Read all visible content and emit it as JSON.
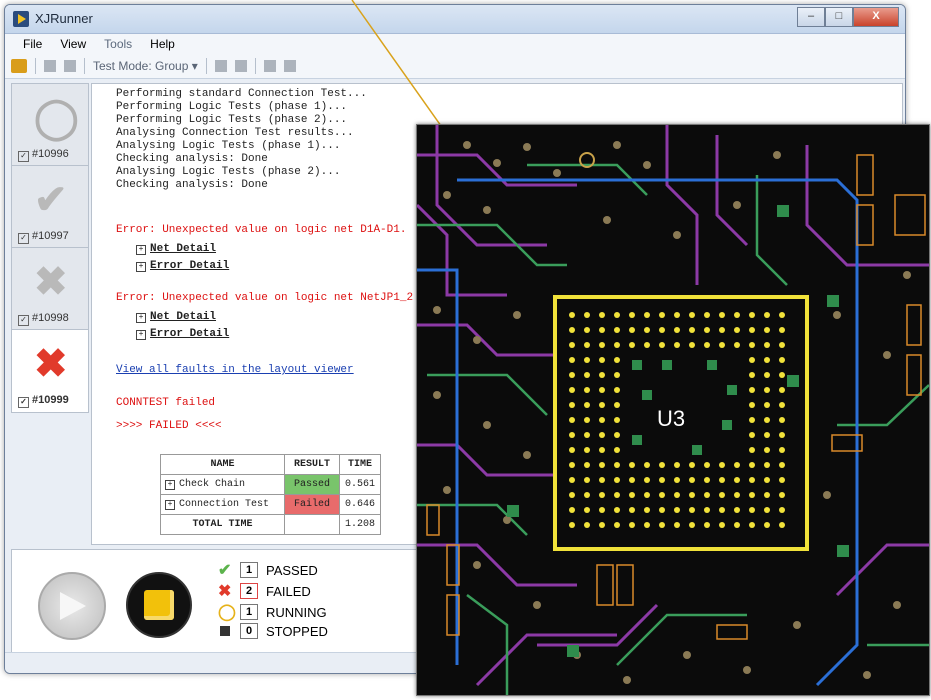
{
  "app": {
    "title": "XJRunner"
  },
  "window_controls": {
    "minimize": "–",
    "maximize": "□",
    "close": "X"
  },
  "menu": {
    "file": "File",
    "view": "View",
    "tools": "Tools",
    "help": "Help"
  },
  "toolbar": {
    "mode_label": "Test Mode: Group",
    "dropdown_arrow": "▾"
  },
  "jobs": [
    {
      "label": "#10996",
      "state": "running",
      "glyph": "◯",
      "color": "#b0b0b0"
    },
    {
      "label": "#10997",
      "state": "passed",
      "glyph": "✔",
      "color": "#b9b9b9"
    },
    {
      "label": "#10998",
      "state": "failed",
      "glyph": "✖",
      "color": "#b9b9b9"
    },
    {
      "label": "#10999",
      "state": "failed-active",
      "glyph": "✖",
      "color": "#e13a2b"
    }
  ],
  "log": {
    "lines": [
      "Performing standard Connection Test...",
      "Performing Logic Tests (phase 1)...",
      "Performing Logic Tests (phase 2)...",
      "Analysing Connection Test results...",
      "Analysing Logic Tests (phase 1)...",
      "Checking analysis: Done",
      "Analysing Logic Tests (phase 2)...",
      "Checking analysis: Done"
    ],
    "error1": "Error: Unexpected value on logic net D1A-D1.",
    "error2": "Error: Unexpected value on logic net NetJP1_2",
    "net_detail": "Net Detail",
    "error_detail": "Error Detail",
    "view_faults": "View all faults in the layout viewer",
    "conntest": "CONNTEST failed",
    "failed_banner": ">>>> FAILED <<<<"
  },
  "results": {
    "headers": {
      "name": "NAME",
      "result": "RESULT",
      "time": "TIME"
    },
    "rows": [
      {
        "name": "Check Chain",
        "result": "Passed",
        "time": "0.561"
      },
      {
        "name": "Connection Test",
        "result": "Failed",
        "time": "0.646"
      }
    ],
    "total_label": "TOTAL TIME",
    "total_time": "1.208"
  },
  "summary": {
    "passed": {
      "count": "1",
      "label": "PASSED"
    },
    "failed": {
      "count": "2",
      "label": "FAILED"
    },
    "running": {
      "count": "1",
      "label": "RUNNING"
    },
    "stopped": {
      "count": "0",
      "label": "STOPPED"
    }
  },
  "pcb": {
    "component_label": "U3"
  },
  "colors": {
    "pass": "#79c46b",
    "fail": "#e86b6b",
    "highlight": "#f1e23a",
    "trace_purple": "#9a3fb7",
    "trace_green": "#3a9d5b",
    "trace_blue": "#2b6fd6",
    "callout": "#d9a21b"
  }
}
